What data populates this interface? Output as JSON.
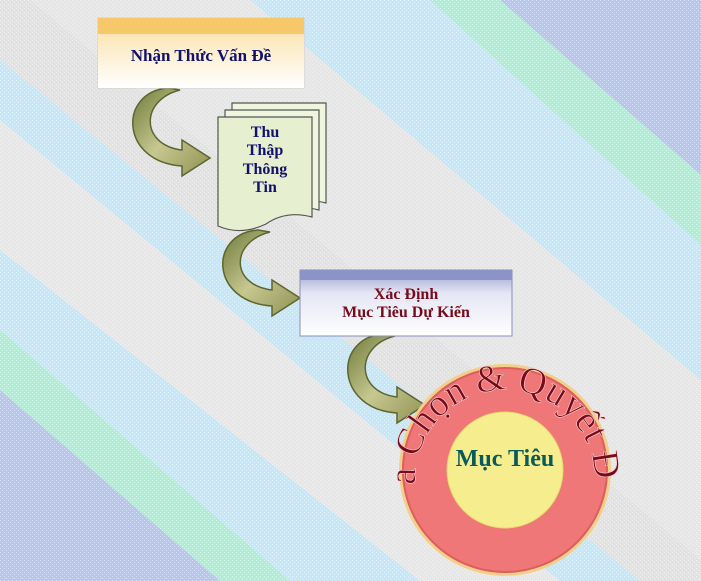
{
  "diagram": {
    "steps": [
      {
        "label": "Nhận  Thức  Vấn Đề"
      },
      {
        "lines": [
          "Thu",
          "Thập",
          "Thông",
          "Tin"
        ]
      },
      {
        "lines": [
          "Xác Định",
          "Mục  Tiêu Dự Kiến"
        ]
      }
    ],
    "goal": {
      "ring_text": "Lựa Chọn & Quyết Định",
      "center_text": "Mục Tiêu"
    }
  },
  "colors": {
    "band_blue": "#bde4f5",
    "band_teal": "#a5ecd2",
    "band_gray": "#e6e6e6",
    "band_periwinkle": "#b5c6ea",
    "text_navy": "#12126e",
    "text_maroon": "#7a0a1a",
    "ring_red": "#f07a7a",
    "ring_yellow": "#f7ef90",
    "arrow_green": "#a6a86a"
  }
}
